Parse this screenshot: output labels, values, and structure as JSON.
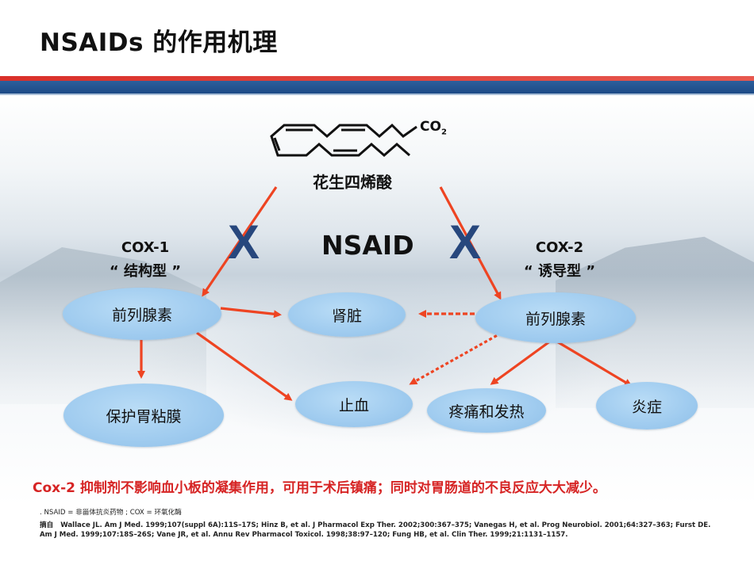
{
  "title": "NSAIDs 的作用机理",
  "molecule": {
    "name": "花生四烯酸",
    "group": "CO",
    "group_subscript": "2"
  },
  "nsaid_label": "NSAID",
  "cross_mark": "X",
  "cox1": {
    "name": "COX-1",
    "type": "“ 结构型 ”"
  },
  "cox2": {
    "name": "COX-2",
    "type": "“ 诱导型 ”"
  },
  "nodes": {
    "prostaglandin_left": "前列腺素",
    "kidney": "肾脏",
    "prostaglandin_right": "前列腺素",
    "stomach_protection": "保护胃粘膜",
    "hemostasis": "止血",
    "pain_fever": "疼痛和发热",
    "inflammation": "炎症"
  },
  "conclusion": "Cox-2 抑制剂不影响血小板的凝集作用，可用于术后镇痛；同时对胃肠道的不良反应大大减少。",
  "footnotes": {
    "abbreviations": ". NSAID = 非甾体抗炎药物 ; COX = 环氧化酶",
    "source_prefix": "摘自",
    "references": "Wallace JL. Am J Med. 1999;107(suppl 6A):11S–17S; Hinz B, et al. J Pharmacol Exp Ther. 2002;300:367–375; Vanegas H, et al. Prog Neurobiol. 2001;64:327–363; Furst DE. Am J Med. 1999;107:18S–26S; Vane JR, et al. Annu Rev Pharmacol Toxicol. 1998;38:97–120; Fung HB, et al. Clin Ther. 1999;21:1131–1157."
  },
  "colors": {
    "accent_red": "#d62424",
    "arrow_red": "#ee4422",
    "cross_blue": "#27477d",
    "node_blue": "#9fcbef",
    "stripe_blue": "#1d4a86"
  }
}
